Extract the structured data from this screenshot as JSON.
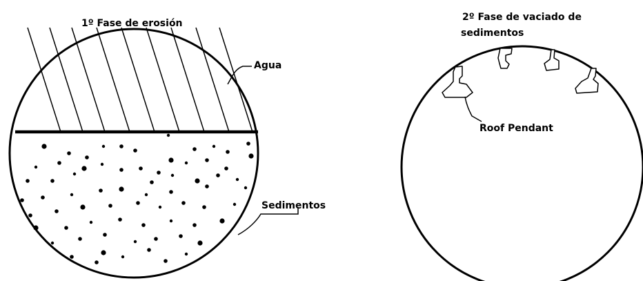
{
  "left_panel": {
    "title": "1º Fase de erosión",
    "water_label": "Agua",
    "sediment_label": "Sedimentos"
  },
  "right_panel": {
    "title_line1": "2º Fase de vaciado de",
    "title_line2": "sedimentos",
    "pendant_label": "Roof Pendant"
  },
  "colors": {
    "ink": "#000000",
    "background": "#ffffff"
  }
}
